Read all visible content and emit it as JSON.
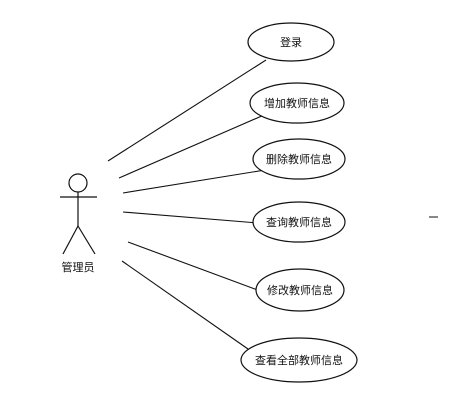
{
  "diagram": {
    "actor": {
      "label": "管理员"
    },
    "use_cases": [
      {
        "id": "login",
        "label": "登录"
      },
      {
        "id": "add-teacher",
        "label": "增加教师信息"
      },
      {
        "id": "delete-teacher",
        "label": "删除教师信息"
      },
      {
        "id": "query-teacher",
        "label": "查询教师信息"
      },
      {
        "id": "modify-teacher",
        "label": "修改教师信息"
      },
      {
        "id": "view-all-teachers",
        "label": "查看全部教师信息"
      }
    ]
  },
  "colors": {
    "stroke": "#111111",
    "background": "#ffffff"
  }
}
